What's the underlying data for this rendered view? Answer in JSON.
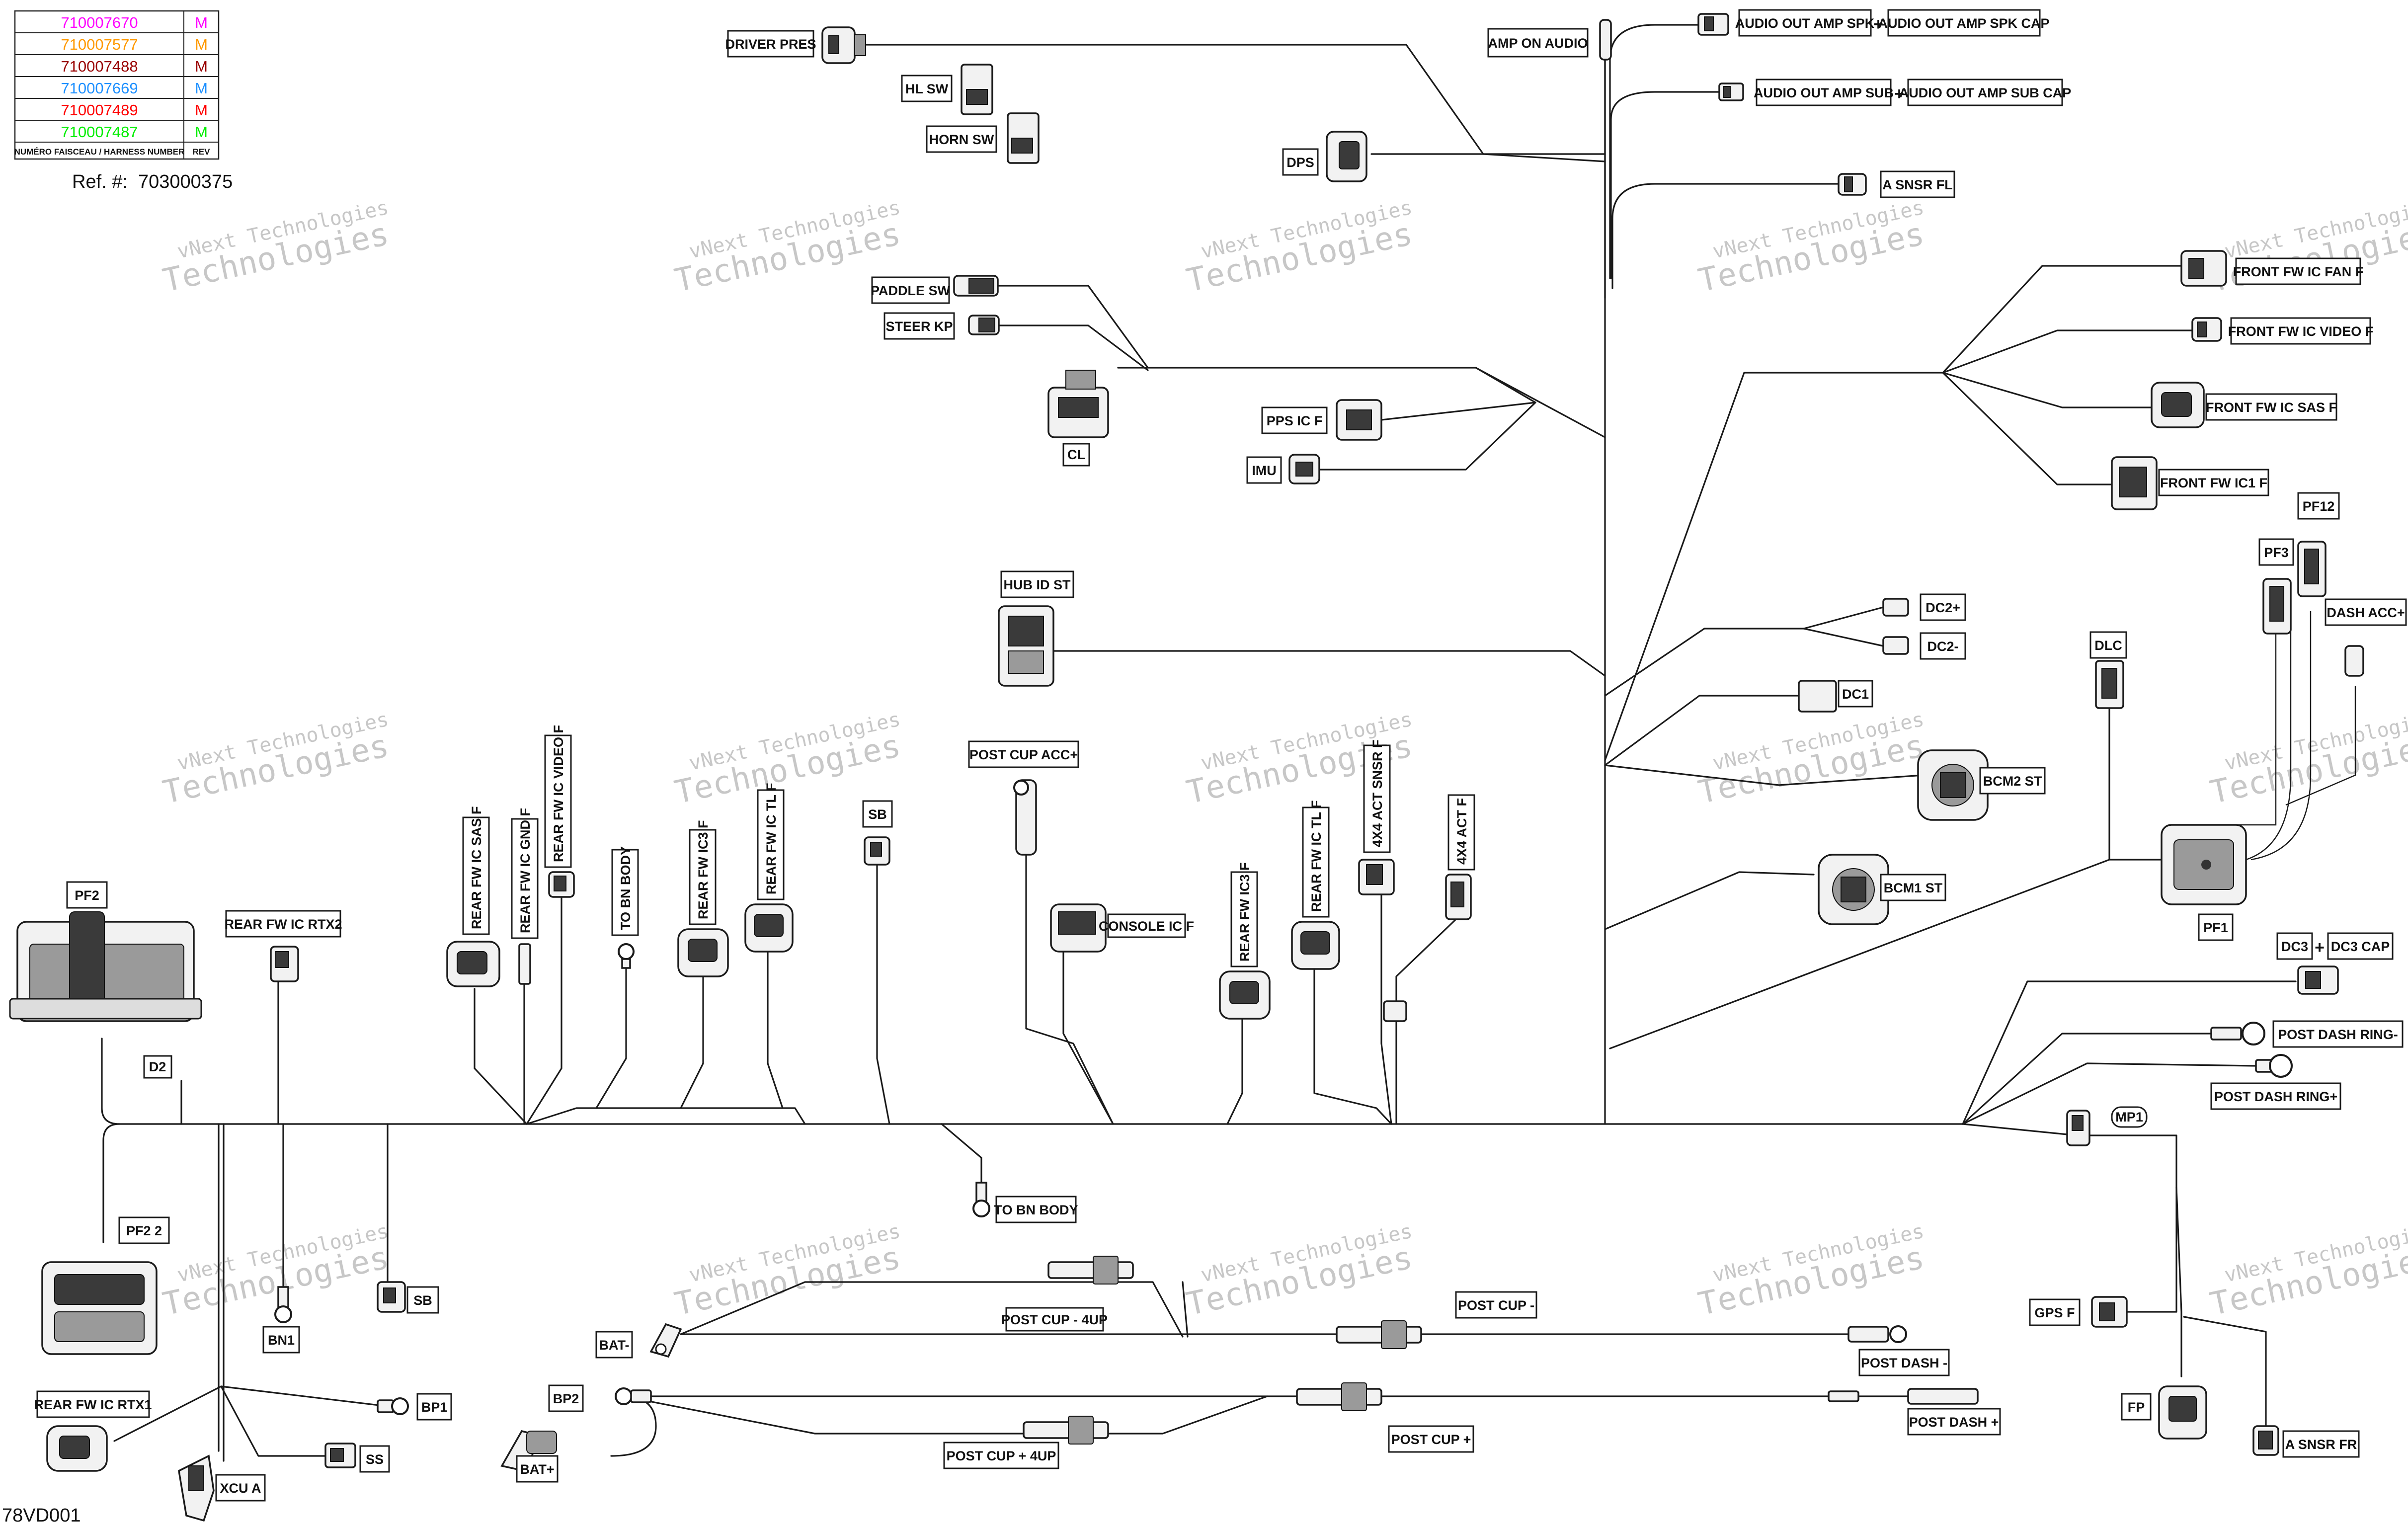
{
  "harness_table": {
    "rows": [
      {
        "number": "710007670",
        "rev": "M",
        "color": "#ff00ff"
      },
      {
        "number": "710007577",
        "rev": "M",
        "color": "#ff9900"
      },
      {
        "number": "710007488",
        "rev": "M",
        "color": "#990000"
      },
      {
        "number": "710007669",
        "rev": "M",
        "color": "#1e90ff"
      },
      {
        "number": "710007489",
        "rev": "M",
        "color": "#ff0000"
      },
      {
        "number": "710007487",
        "rev": "M",
        "color": "#00ee00"
      }
    ],
    "footer_label": "NUMÉRO FAISCEAU / HARNESS NUMBER",
    "footer_rev": "REV"
  },
  "reference": {
    "label": "Ref. #:",
    "value": "703000375"
  },
  "diagram_id": "78VD001",
  "watermark": {
    "line1": "vNext Technologies",
    "line2": "Technologies"
  },
  "labels": {
    "driver_pres": "DRIVER PRES",
    "hl_sw": "HL SW",
    "horn_sw": "HORN SW",
    "dps": "DPS",
    "amp_on_audio": "AMP ON AUDIO",
    "audio_out_amp_spk": "AUDIO OUT AMP SPK",
    "audio_out_amp_spk_cap": "AUDIO OUT AMP SPK CAP",
    "audio_out_amp_sub": "AUDIO OUT AMP SUB",
    "audio_out_amp_sub_cap": "AUDIO OUT AMP SUB CAP",
    "a_snsr_fl": "A SNSR FL",
    "paddle_sw": "PADDLE SW",
    "steer_kp": "STEER KP",
    "cl": "CL",
    "pps_ic_f": "PPS IC F",
    "imu": "IMU",
    "front_fw_ic_fan_f": "FRONT FW IC FAN F",
    "front_fw_ic_video_f": "FRONT FW IC VIDEO F",
    "front_fw_ic_sas_f": "FRONT FW IC SAS F",
    "front_fw_ic1_f": "FRONT FW IC1 F",
    "pf12": "PF12",
    "pf3": "PF3",
    "dash_acc_plus": "DASH ACC+",
    "hub_id_st": "HUB ID ST",
    "dc2_plus": "DC2+",
    "dc2_minus": "DC2-",
    "dc1": "DC1",
    "dlc": "DLC",
    "bcm2_st": "BCM2 ST",
    "bcm1_st": "BCM1 ST",
    "pf1": "PF1",
    "dc3": "DC3",
    "dc3_cap": "DC3 CAP",
    "post_dash_ring_minus": "POST DASH RING-",
    "post_dash_ring_plus": "POST DASH RING+",
    "mp1": "MP1",
    "pf2": "PF2",
    "rear_fw_ic_rtx2": "REAR FW IC RTX2",
    "rear_fw_ic_sas_f": "REAR FW IC SAS F",
    "rear_fw_ic_gnd_f": "REAR FW IC GND F",
    "rear_fw_ic_video_f": "REAR FW IC VIDEO F",
    "to_bn_body_v": "TO BN BODY",
    "rear_fw_ic3_f_1": "REAR FW IC3 F",
    "rear_fw_ic_tl_f_1": "REAR FW IC TL F",
    "sb_top": "SB",
    "post_cup_acc_plus": "POST CUP ACC+",
    "console_ic_f": "CONSOLE IC F",
    "rear_fw_ic3_f_2": "REAR FW IC3 F",
    "rear_fw_ic_tl_f_2": "REAR FW IC TL F",
    "act_snsr_4x4_f": "4X4 ACT SNSR F",
    "act_4x4_f": "4X4 ACT F",
    "d2": "D2",
    "pf2_2": "PF2 2",
    "bn1": "BN1",
    "sb_bottom": "SB",
    "to_bn_body_h": "TO BN BODY",
    "bat_minus": "BAT-",
    "post_cup_4up_minus": "POST CUP - 4UP",
    "post_cup_minus": "POST CUP -",
    "post_dash_minus": "POST DASH -",
    "bp2": "BP2",
    "bat_plus": "BAT+",
    "post_cup_4up_plus": "POST CUP + 4UP",
    "post_cup_plus": "POST CUP +",
    "post_dash_plus": "POST DASH +",
    "gps_f": "GPS F",
    "fp": "FP",
    "a_snsr_fr": "A SNSR FR",
    "rear_fw_ic_rtx1": "REAR FW IC RTX1",
    "bp1": "BP1",
    "ss": "SS",
    "xcu_a": "XCU A",
    "plus_sign": "+"
  }
}
